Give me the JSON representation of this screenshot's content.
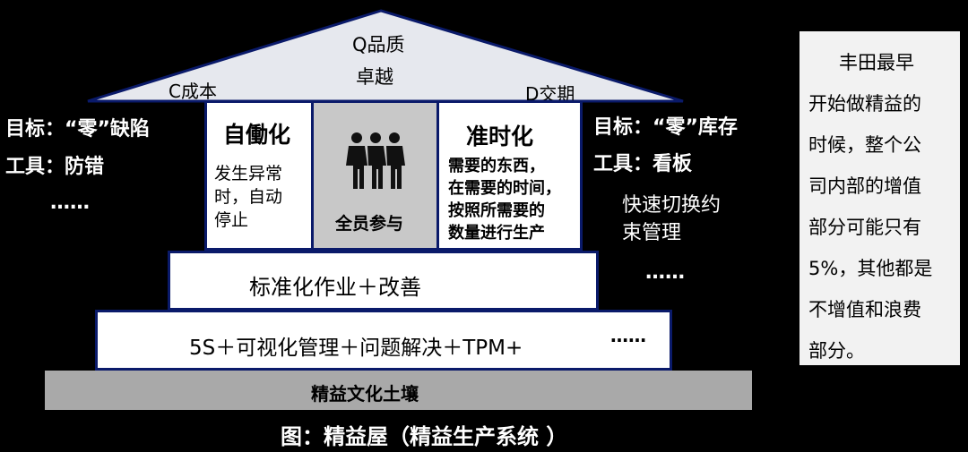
{
  "roof": {
    "q": "Q品质",
    "q2": "卓越",
    "c": "C成本",
    "d": "D交期"
  },
  "left": {
    "goal": "目标：“零”缺陷",
    "tool": "工具：防错",
    "more": "……"
  },
  "pillar_left": {
    "title": "自働化",
    "desc": [
      "发生异常",
      "时，自动",
      "停止"
    ]
  },
  "pillar_center": {
    "icon": "people-group-icon",
    "label": "全员参与"
  },
  "pillar_right": {
    "title": "准时化",
    "desc": [
      "需要的东西，",
      "在需要的时间，",
      "按照所需要的",
      "数量进行生产"
    ]
  },
  "right": {
    "goal": "目标：“零”库存",
    "tool": "工具：看板",
    "desc": [
      "快速切换约",
      "束管理"
    ],
    "more": "……"
  },
  "band1": "标准化作业＋改善",
  "band2": "5S＋可视化管理＋问题解决＋TPM+",
  "band2_more": "……",
  "soil": "精益文化土壤",
  "caption": "图：精益屋（精益生产系统 ）",
  "note": [
    "丰田最早",
    "开始做精益的",
    "时候，整个公",
    "司内部的增值",
    "部分可能只有",
    "5%，其他都是",
    "不增值和浪费",
    "部分。"
  ]
}
